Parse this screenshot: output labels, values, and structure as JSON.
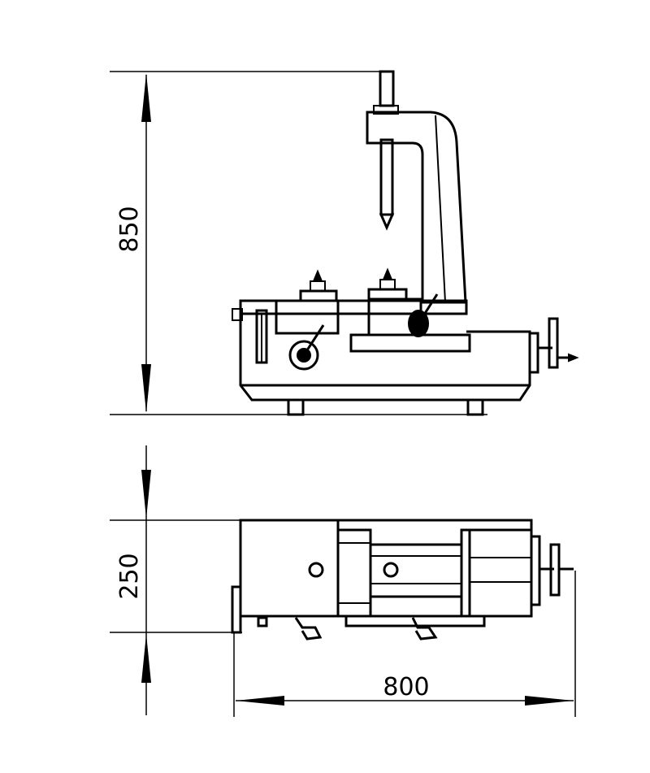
{
  "dimensions": {
    "height": "850",
    "depth": "250",
    "width": "800"
  },
  "colors": {
    "line": "#000000",
    "background": "#ffffff"
  }
}
